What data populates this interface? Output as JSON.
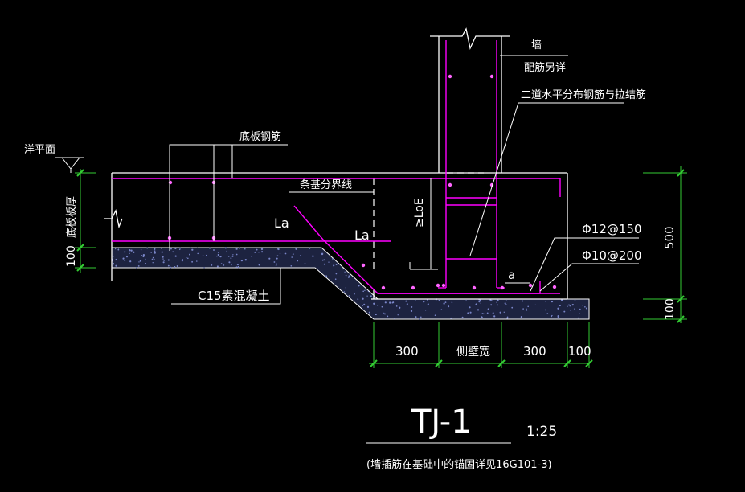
{
  "drawing": {
    "title": "TJ-1",
    "scale": "1:25",
    "note": "(墙插筋在基础中的锚固详见16G101-3)"
  },
  "labels": {
    "wall": "墙",
    "wall_rebar": "配筋另详",
    "horizontal_rebar": "二道水平分布钢筋与拉结筋",
    "bottom_slab_rebar": "底板钢筋",
    "datum": "洋平面",
    "slab_thickness": "底板板厚",
    "strip_boundary": "条基分界线",
    "la_upper": "La",
    "la_lower": "La",
    "loe": "≥LoE",
    "a_mark": "a",
    "concrete": "C15素混凝土",
    "rebar_1": "Φ12@150",
    "rebar_2": "Φ10@200"
  },
  "dimensions": {
    "left_100": "100",
    "right_500": "500",
    "right_100": "100",
    "bottom_300_left": "300",
    "bottom_wall_width": "侧壁宽",
    "bottom_300_right": "300",
    "bottom_100": "100"
  },
  "colors": {
    "background": "#000000",
    "line_white": "#ffffff",
    "rebar_magenta": "#ff00ff",
    "dimension_green": "#33cc33",
    "concrete_fill": "#1d2340",
    "concrete_dots": "#7a86c8"
  }
}
